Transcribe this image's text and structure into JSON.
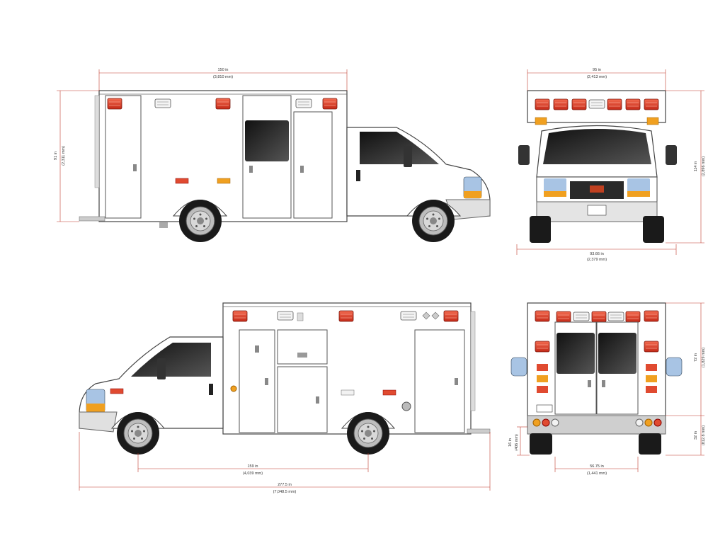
{
  "side_left": {
    "body_length_in": "150 in",
    "body_length_mm": "(3,810 mm)",
    "height_in": "91 in",
    "height_mm": "(2,311 mm)"
  },
  "front": {
    "width_in": "95 in",
    "width_mm": "(2,413 mm)",
    "overall_height_in": "114 in",
    "overall_height_mm": "(2,896 mm)",
    "track_in": "93.66 in",
    "track_mm": "(2,379 mm)"
  },
  "side_right": {
    "wheelbase_in": "159 in",
    "wheelbase_mm": "(4,039 mm)",
    "overall_length_in": "277.5 in",
    "overall_length_mm": "(7,048.5 mm)"
  },
  "rear": {
    "door_height_in": "72 in",
    "door_height_mm": "(1,829 mm)",
    "step_height_in": "16 in",
    "step_height_mm": "(406 mm)",
    "floor_height_in": "32 in",
    "floor_height_mm": "(812.8 mm)",
    "door_width_in": "56.75 in",
    "door_width_mm": "(1,441 mm)"
  },
  "colors": {
    "light_red": "#e0402a",
    "amber": "#f0a020",
    "glass": "#1e1e1e",
    "dimension": "#c0392b",
    "mirror_blue": "#a8c4e4"
  }
}
